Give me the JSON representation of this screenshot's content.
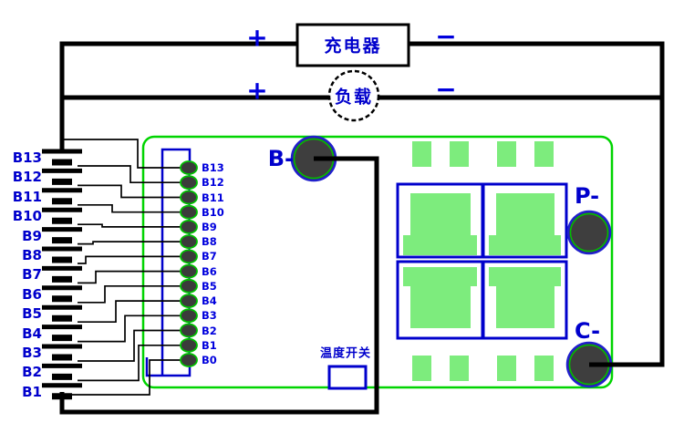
{
  "diagram_type": "battery-bms-wiring-diagram",
  "charger": {
    "label": "充电器"
  },
  "load": {
    "label": "负载"
  },
  "signs": {
    "plus": "+",
    "minus": "−"
  },
  "battery": {
    "cell_labels": [
      "B13",
      "B12",
      "B11",
      "B10",
      "B9",
      "B8",
      "B7",
      "B6",
      "B5",
      "B4",
      "B3",
      "B2",
      "B1"
    ]
  },
  "connector": {
    "pin_labels": [
      "B13",
      "B12",
      "B11",
      "B10",
      "B9",
      "B8",
      "B7",
      "B6",
      "B5",
      "B4",
      "B3",
      "B2",
      "B1",
      "B0"
    ]
  },
  "board": {
    "terminals": {
      "b_minus": "B-",
      "p_minus": "P-",
      "c_minus": "C-"
    },
    "temp_switch_label": "温度开关"
  },
  "colors": {
    "wire_black": "#000000",
    "line_blue": "#0000cc",
    "text_blue": "#0000cc",
    "sign_blue": "#0000dd",
    "board_green": "#00d400",
    "pad_green": "#7dec7d",
    "pin_fill": "#3b3b3b",
    "terminal_fill": "#3e3e3e",
    "background": "#ffffff"
  }
}
